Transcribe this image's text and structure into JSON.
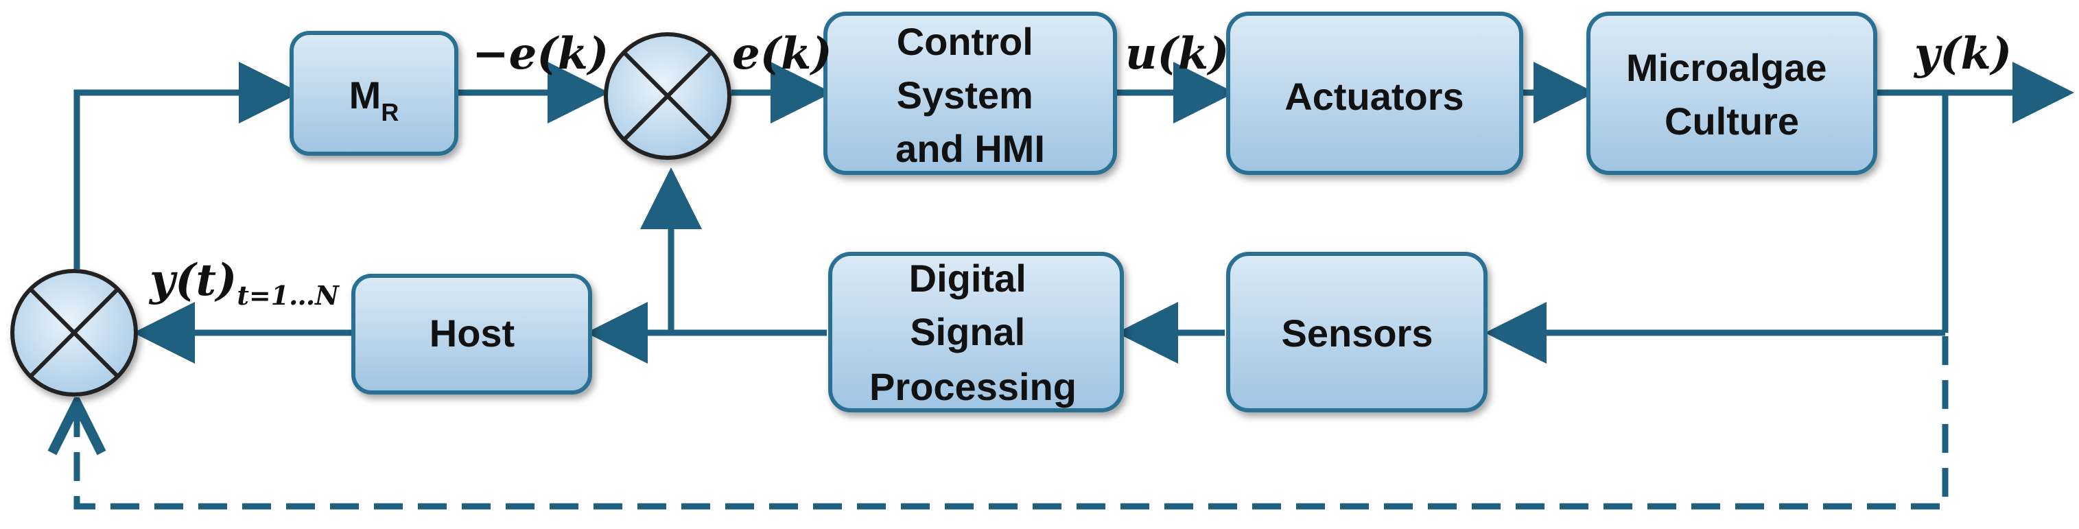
{
  "colors": {
    "line": "#1f5f80",
    "block_fill_top": "#dbeaf6",
    "block_fill_bottom": "#9fc4e2",
    "block_stroke": "#2a6f93"
  },
  "blocks": {
    "mr": {
      "main": "M",
      "sub": "R"
    },
    "control": {
      "lines": [
        "Control",
        "System",
        "and HMI"
      ]
    },
    "actuators": {
      "lines": [
        "Actuators"
      ]
    },
    "culture": {
      "lines": [
        "Microalgae",
        "Culture"
      ]
    },
    "dsp": {
      "lines": [
        "Digital",
        "Signal",
        "Processing"
      ]
    },
    "sensors": {
      "lines": [
        "Sensors"
      ]
    },
    "host": {
      "lines": [
        "Host"
      ]
    }
  },
  "signals": {
    "neg_error": "−𝒆(𝒌)",
    "error": "𝒆(𝒌)",
    "control_u": "𝒖(𝒌)",
    "output_y": "𝒚(𝒌)",
    "host_y_main": "𝒚(𝒕)",
    "host_y_sub": "t=1…N"
  },
  "icons": {
    "summing_junction": "circle-cross-icon"
  }
}
